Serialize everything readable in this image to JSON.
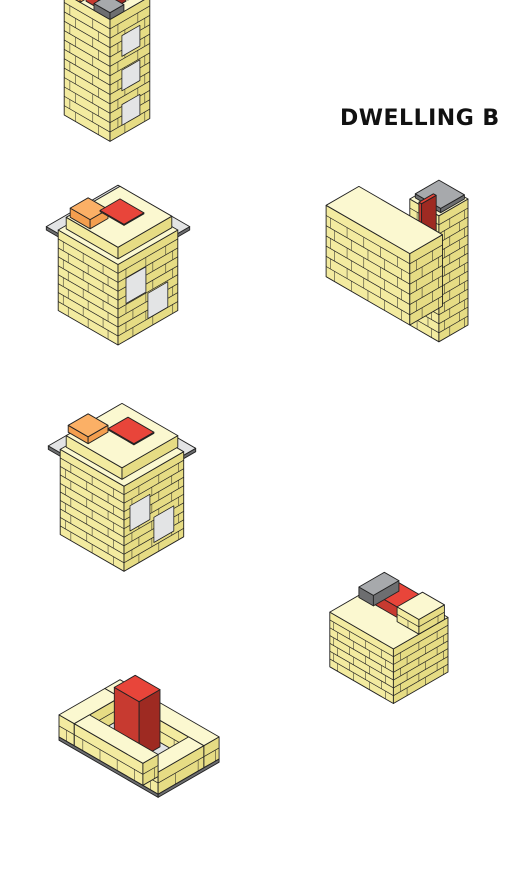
{
  "heading": "DWELLING B",
  "palette": {
    "brick_top": "#fbf8d0",
    "brick_left": "#f3eba0",
    "brick_right": "#e6dc84",
    "outline": "#222222",
    "core_red_top": "#e8453a",
    "core_red_side": "#c73a30",
    "core_red_dark": "#9e2a22",
    "orange_top": "#fbb066",
    "orange_left": "#f39e4e",
    "grey_top": "#a7a9ac",
    "grey_dark": "#6d6e70",
    "light_grey": "#e3e4e5"
  },
  "models": [
    {
      "name": "tower-model-top-left",
      "kind": "tower"
    },
    {
      "name": "block-model-stepped-roof",
      "kind": "block"
    },
    {
      "name": "block-model-wide-roof",
      "kind": "block"
    },
    {
      "name": "courtyard-model-with-red-core",
      "kind": "courtyard"
    },
    {
      "name": "l-shaped-model-with-tower",
      "kind": "l-shape"
    },
    {
      "name": "terraced-model-low",
      "kind": "terrace"
    }
  ]
}
